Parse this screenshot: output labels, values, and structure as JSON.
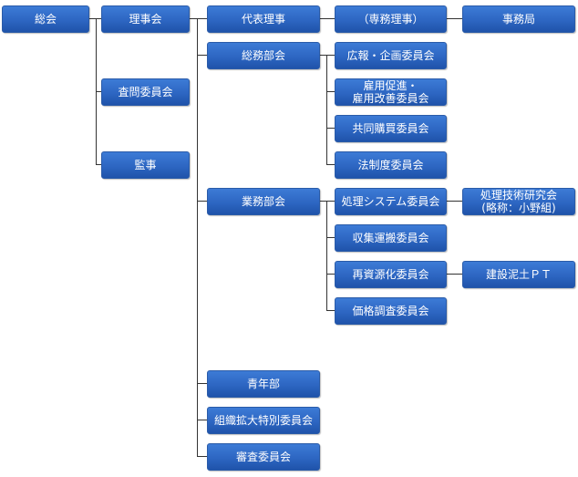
{
  "nodes": {
    "soukai": "総会",
    "rijikai": "理事会",
    "satei": "査問委員会",
    "kanji": "監事",
    "daihyo": "代表理事",
    "senmu": "（専務理事）",
    "jimukyoku": "事務局",
    "somubu": "総務部会",
    "kouhou": "広報・企画委員会",
    "koyou": "雇用促進・\n雇用改善委員会",
    "kyoudou": "共同購買委員会",
    "housei": "法制度委員会",
    "gyomubu": "業務部会",
    "shori": "処理システム委員会",
    "gijutsu": "処理技術研究会\n(略称：小野組)",
    "shushu": "収集運搬委員会",
    "saishigen": "再資源化委員会",
    "kensetsu": "建設泥土ＰＴ",
    "kakaku": "価格調査委員会",
    "seinen": "青年部",
    "soshiki": "組織拡大特別委員会",
    "shinsa": "審査委員会"
  }
}
